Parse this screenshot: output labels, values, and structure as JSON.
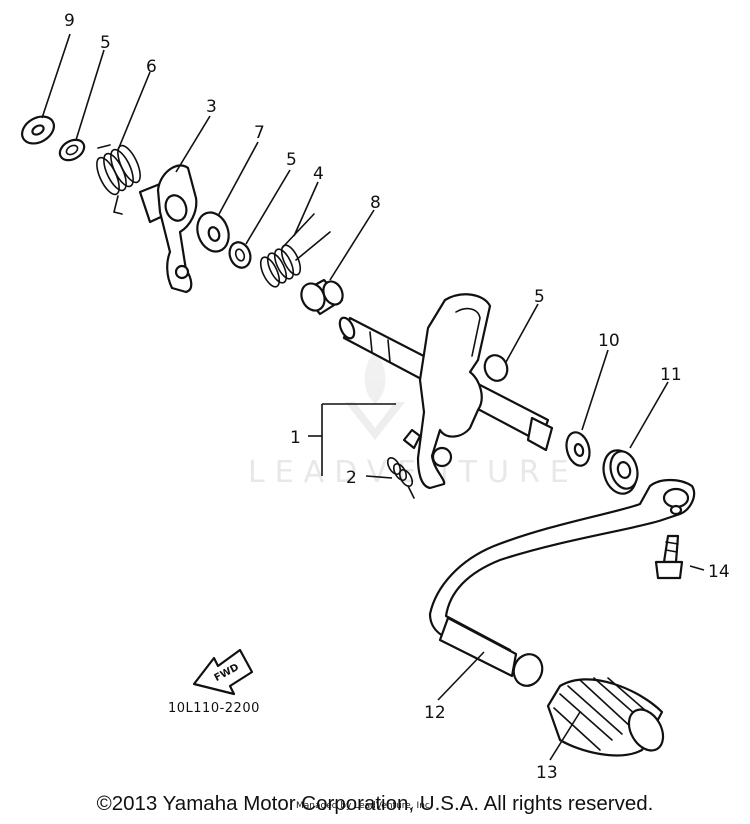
{
  "callouts": {
    "c9": "9",
    "c5a": "5",
    "c6": "6",
    "c3": "3",
    "c7": "7",
    "c5b": "5",
    "c4": "4",
    "c8": "8",
    "c5c": "5",
    "c10": "10",
    "c11": "11",
    "c1": "1",
    "c2": "2",
    "c14": "14",
    "c12": "12",
    "c13": "13"
  },
  "fwd_label": "FWD",
  "diagram_code": "10L110-2200",
  "watermark": {
    "text": "LEADVENTURE",
    "credit": "Managed by LeadVenture, Inc."
  },
  "copyright": "©2013 Yamaha Motor Corporation, U.S.A. All rights reserved."
}
